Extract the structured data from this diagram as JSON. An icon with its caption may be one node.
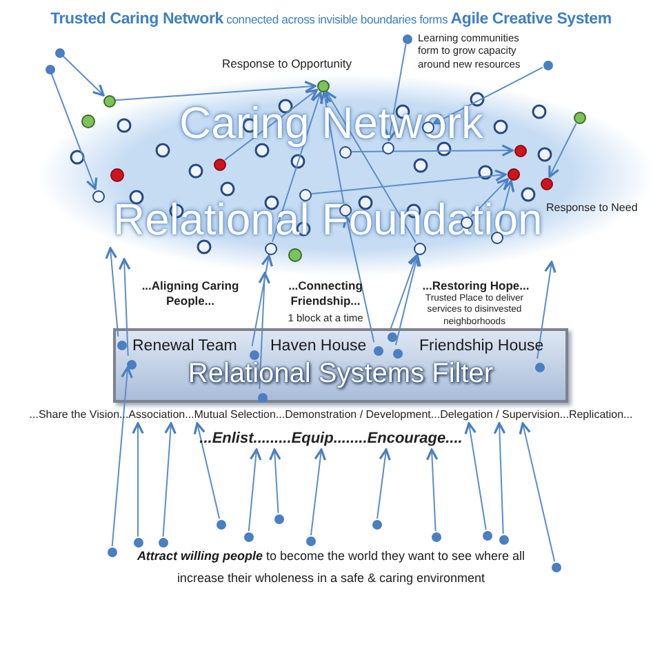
{
  "diagram": {
    "title": "**Trusted Caring Network** connected across invisible boundaries forms **Agile Creative System**",
    "caption": "**Attract willing people** to become the world they want to see where all increase their wholeness in a safe & caring environment",
    "nodes": [
      {
        "text": [
          "Caring Network",
          "Relational Foundation"
        ]
      },
      {
        "text": [
          "Renewal Team",
          "Haven House",
          "Friendship House",
          "Relational Systems Filter"
        ]
      },
      {
        "text": [],
        "shape": "circle",
        "in": 0
      },
      {
        "text": [],
        "shape": "circle",
        "in": 0
      },
      {
        "text": [],
        "shape": "circle",
        "in": 0
      },
      {
        "text": [],
        "shape": "circle",
        "in": 0
      },
      {
        "text": [],
        "shape": "circle",
        "in": 0
      },
      {
        "text": [],
        "shape": "circle",
        "in": 0
      },
      {
        "text": [],
        "shape": "circle",
        "in": 0
      },
      {
        "text": [],
        "shape": "circle",
        "in": 0
      },
      {
        "text": [],
        "shape": "circle",
        "in": 0
      },
      {
        "text": [],
        "shape": "circle",
        "in": 0
      },
      {
        "text": [],
        "shape": "circle",
        "in": 0
      },
      {
        "text": [],
        "shape": "circle",
        "in": 0
      },
      {
        "text": [],
        "shape": "circle",
        "in": 0
      },
      {
        "text": [],
        "shape": "circle",
        "in": 0
      },
      {
        "text": [],
        "shape": "circle",
        "in": 0
      },
      {
        "text": [],
        "shape": "circle",
        "in": 0
      },
      {
        "text": [],
        "shape": "circle",
        "in": 0,
        "beside": [
          "Response to Need"
        ]
      },
      {
        "text": [],
        "shape": "circle"
      },
      {
        "text": [],
        "shape": "circle"
      },
      {
        "text": [],
        "shape": "circle"
      },
      {
        "text": [],
        "shape": "circle"
      },
      {
        "text": [],
        "shape": "circle",
        "in": 1
      },
      {
        "text": [],
        "shape": "circle",
        "in": 1
      },
      {
        "text": [],
        "shape": "circle",
        "in": 1
      },
      {
        "text": [],
        "shape": "circle",
        "in": 1
      },
      {
        "text": [],
        "shape": "circle",
        "in": 1
      },
      {
        "text": [],
        "shape": "circle",
        "in": 1
      },
      {
        "text": [],
        "shape": "circle",
        "in": 1
      },
      {
        "text": [],
        "shape": "circle",
        "in": 1
      },
      {
        "text": [],
        "shape": "circle"
      },
      {
        "text": [],
        "shape": "circle"
      },
      {
        "text": [],
        "shape": "circle"
      },
      {
        "text": [],
        "shape": "circle"
      },
      {
        "text": [],
        "shape": "circle"
      },
      {
        "text": [],
        "shape": "circle"
      },
      {
        "text": [],
        "shape": "circle"
      },
      {
        "text": [],
        "shape": "circle"
      },
      {
        "text": [],
        "shape": "circle"
      },
      {
        "text": [],
        "shape": "circle"
      },
      {
        "text": [],
        "shape": "circle"
      },
      {
        "text": [],
        "shape": "circle"
      },
      {
        "text": [
          "...Share the Vision...Association...Mutual Selection...Demonstration / Development...Delegation / Supervision...Replication..."
        ]
      },
      {
        "text": [
          "...Enlist.........Equip........Encourage...."
        ]
      }
    ],
    "edges": [
      {
        "from": 19,
        "to": 2,
        "arrow": "to"
      },
      {
        "from": 20,
        "to": 5,
        "arrow": "to"
      },
      {
        "from": 2,
        "to": 3,
        "arrow": "to"
      },
      {
        "from": 4,
        "to": 3,
        "arrow": "to"
      },
      {
        "from": 6,
        "to": 3,
        "arrow": "to"
      },
      {
        "from": 7,
        "to": 3,
        "arrow": "to"
      },
      {
        "from": 8,
        "to": 3,
        "arrow": "to"
      },
      {
        "from": 21,
        "to": 9,
        "arrow": "to"
      },
      {
        "from": 22,
        "to": 10,
        "arrow": "to"
      },
      {
        "from": 11,
        "to": 12,
        "arrow": "to"
      },
      {
        "from": 13,
        "to": 14,
        "arrow": "to"
      },
      {
        "from": 15,
        "to": 14,
        "arrow": "to"
      },
      {
        "from": 16,
        "to": 14,
        "arrow": "to"
      },
      {
        "from": 17,
        "to": 18,
        "arrow": "to"
      },
      {
        "from": 31,
        "to": 24,
        "arrow": "to"
      },
      {
        "from": 23,
        "to": 0,
        "arrow": "to"
      },
      {
        "from": 24,
        "to": 0,
        "arrow": "to"
      },
      {
        "from": 25,
        "to": 6,
        "arrow": "to"
      },
      {
        "from": 26,
        "to": 0,
        "arrow": "to"
      },
      {
        "from": 27,
        "to": 7,
        "arrow": "to"
      },
      {
        "from": 28,
        "to": 8,
        "arrow": "to"
      },
      {
        "from": 29,
        "to": 8,
        "arrow": "to"
      },
      {
        "from": 30,
        "to": 0,
        "arrow": "to"
      },
      {
        "from": 32,
        "to": 43,
        "arrow": "to"
      },
      {
        "from": 33,
        "to": 43,
        "arrow": "to"
      },
      {
        "from": 34,
        "to": 43,
        "arrow": "to"
      },
      {
        "from": 35,
        "to": 44,
        "arrow": "to"
      },
      {
        "from": 36,
        "to": 44,
        "arrow": "to"
      },
      {
        "from": 37,
        "to": 44,
        "arrow": "to"
      },
      {
        "from": 38,
        "to": 44,
        "arrow": "to"
      },
      {
        "from": 39,
        "to": 44,
        "arrow": "to"
      },
      {
        "from": 40,
        "to": 43,
        "arrow": "to"
      },
      {
        "from": 41,
        "to": 43,
        "arrow": "to"
      },
      {
        "from": 42,
        "to": 43,
        "arrow": "to"
      }
    ],
    "labels": [
      "Response to Opportunity",
      "Learning communities form to grow capacity around new resources",
      "...Aligning Caring People...",
      "...Connecting Friendship...",
      "1 block at a time",
      "...Restoring Hope...",
      "Trusted Place to deliver services to disinvested neighborhoods"
    ]
  }
}
